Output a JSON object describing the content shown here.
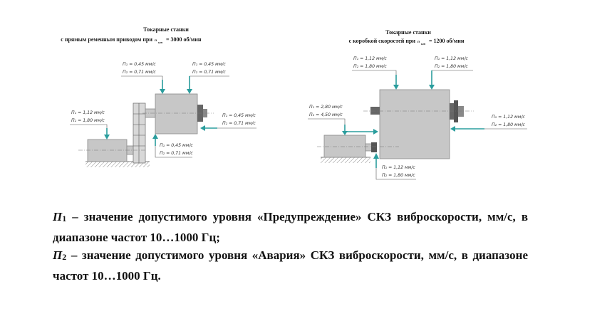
{
  "left_machine": {
    "title_line1": "Токарные станки",
    "title_line2": "с прямым ременным приводом при",
    "n_symbol": "n",
    "n_sub": "шп",
    "speed": "= 3000 об/мин",
    "labels": [
      {
        "p1": "П₁ = 0,45 мм/с",
        "p2": "П₂ = 0,71 мм/с"
      },
      {
        "p1": "П₁ = 0,45 мм/с",
        "p2": "П₂ = 0,71 мм/с"
      },
      {
        "p1": "П₁ = 1,12 мм/с",
        "p2": "П₂ = 1,80 мм/с"
      },
      {
        "p1": "П₁ = 0,45 мм/с",
        "p2": "П₂ = 0,71 мм/с"
      },
      {
        "p1": "П₁ = 0,45 мм/с",
        "p2": "П₂ = 0,71 мм/с"
      }
    ]
  },
  "right_machine": {
    "title_line1": "Токарные станки",
    "title_line2": "с коробкой скоростей при",
    "n_symbol": "n",
    "n_sub": "шп",
    "speed": "= 1200 об/мин",
    "labels": [
      {
        "p1": "П₁ = 1,12 мм/с",
        "p2": "П₂ = 1,80 мм/с"
      },
      {
        "p1": "П₁ = 1,12 мм/с",
        "p2": "П₂ = 1,80 мм/с"
      },
      {
        "p1": "П₁ = 2,80 мм/с",
        "p2": "П₂ = 4,50 мм/с"
      },
      {
        "p1": "П₁ = 1,12 мм/с",
        "p2": "П₂ = 1,80 мм/с"
      },
      {
        "p1": "П₁ = 1,12 мм/с",
        "p2": "П₂ = 1,80 мм/с"
      }
    ]
  },
  "legend": {
    "p1_symbol": "П",
    "p1_sub": "1",
    "p1_text": " – значение допустимого уровня «Предупреждение» СКЗ виброскорости, мм/с, в диапазоне частот 10…1000 Гц;",
    "p2_symbol": "П",
    "p2_sub": "2",
    "p2_text": " – значение допустимого уровня «Авария» СКЗ виброскорости, мм/с, в диапазоне частот 10…1000 Гц."
  },
  "colors": {
    "arrow": "#2a9d9d",
    "machine_body": "#c7c7c7",
    "background": "#ffffff"
  }
}
